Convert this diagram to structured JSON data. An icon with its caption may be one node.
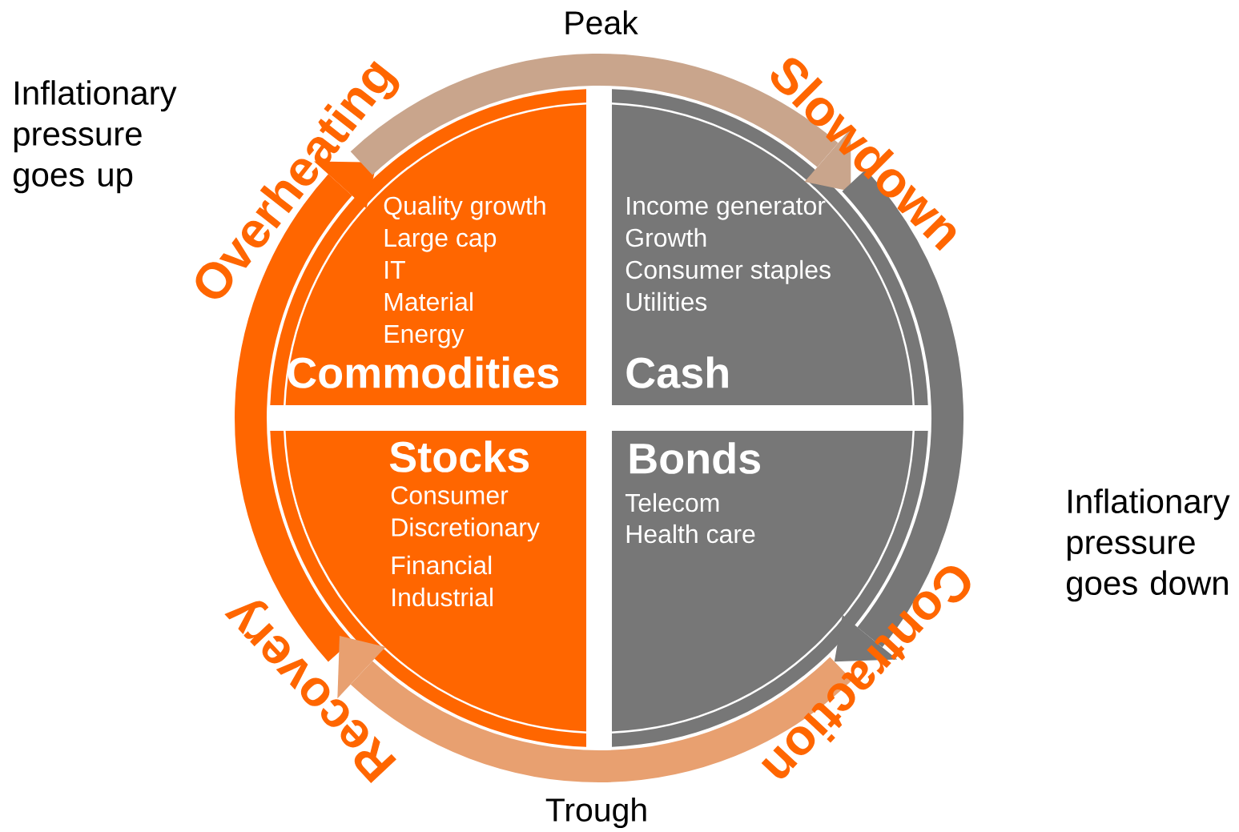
{
  "diagram": {
    "nodes": [
      {
        "text": [
          "Quality growth",
          "Large cap",
          "IT",
          "Material",
          "Energy",
          "Commodities"
        ]
      },
      {
        "text": [
          "Income generator",
          "Growth",
          "Consumer staples",
          "Utilities",
          "Cash"
        ]
      },
      {
        "text": [
          "Stocks",
          "Consumer Discretionary",
          "Financial",
          "Industrial"
        ]
      },
      {
        "text": [
          "Bonds",
          "Telecom",
          "Health care"
        ]
      }
    ],
    "edges": [
      {
        "from": 2,
        "to": 0,
        "arrow": "to",
        "label": "Recovery",
        "color": "#ff6600"
      },
      {
        "from": 0,
        "to": 1,
        "arrow": "to",
        "label": "Overheating",
        "color": "#c9a58c"
      },
      {
        "from": 1,
        "to": 3,
        "arrow": "to",
        "label": "Slowdown",
        "color": "#777777"
      },
      {
        "from": 3,
        "to": 2,
        "arrow": "to",
        "label": "Contraction",
        "color": "#e8a070"
      }
    ],
    "labels": [
      "Peak",
      "Inflationary pressure goes up",
      "Inflationary pressure goes down",
      "Trough"
    ]
  }
}
